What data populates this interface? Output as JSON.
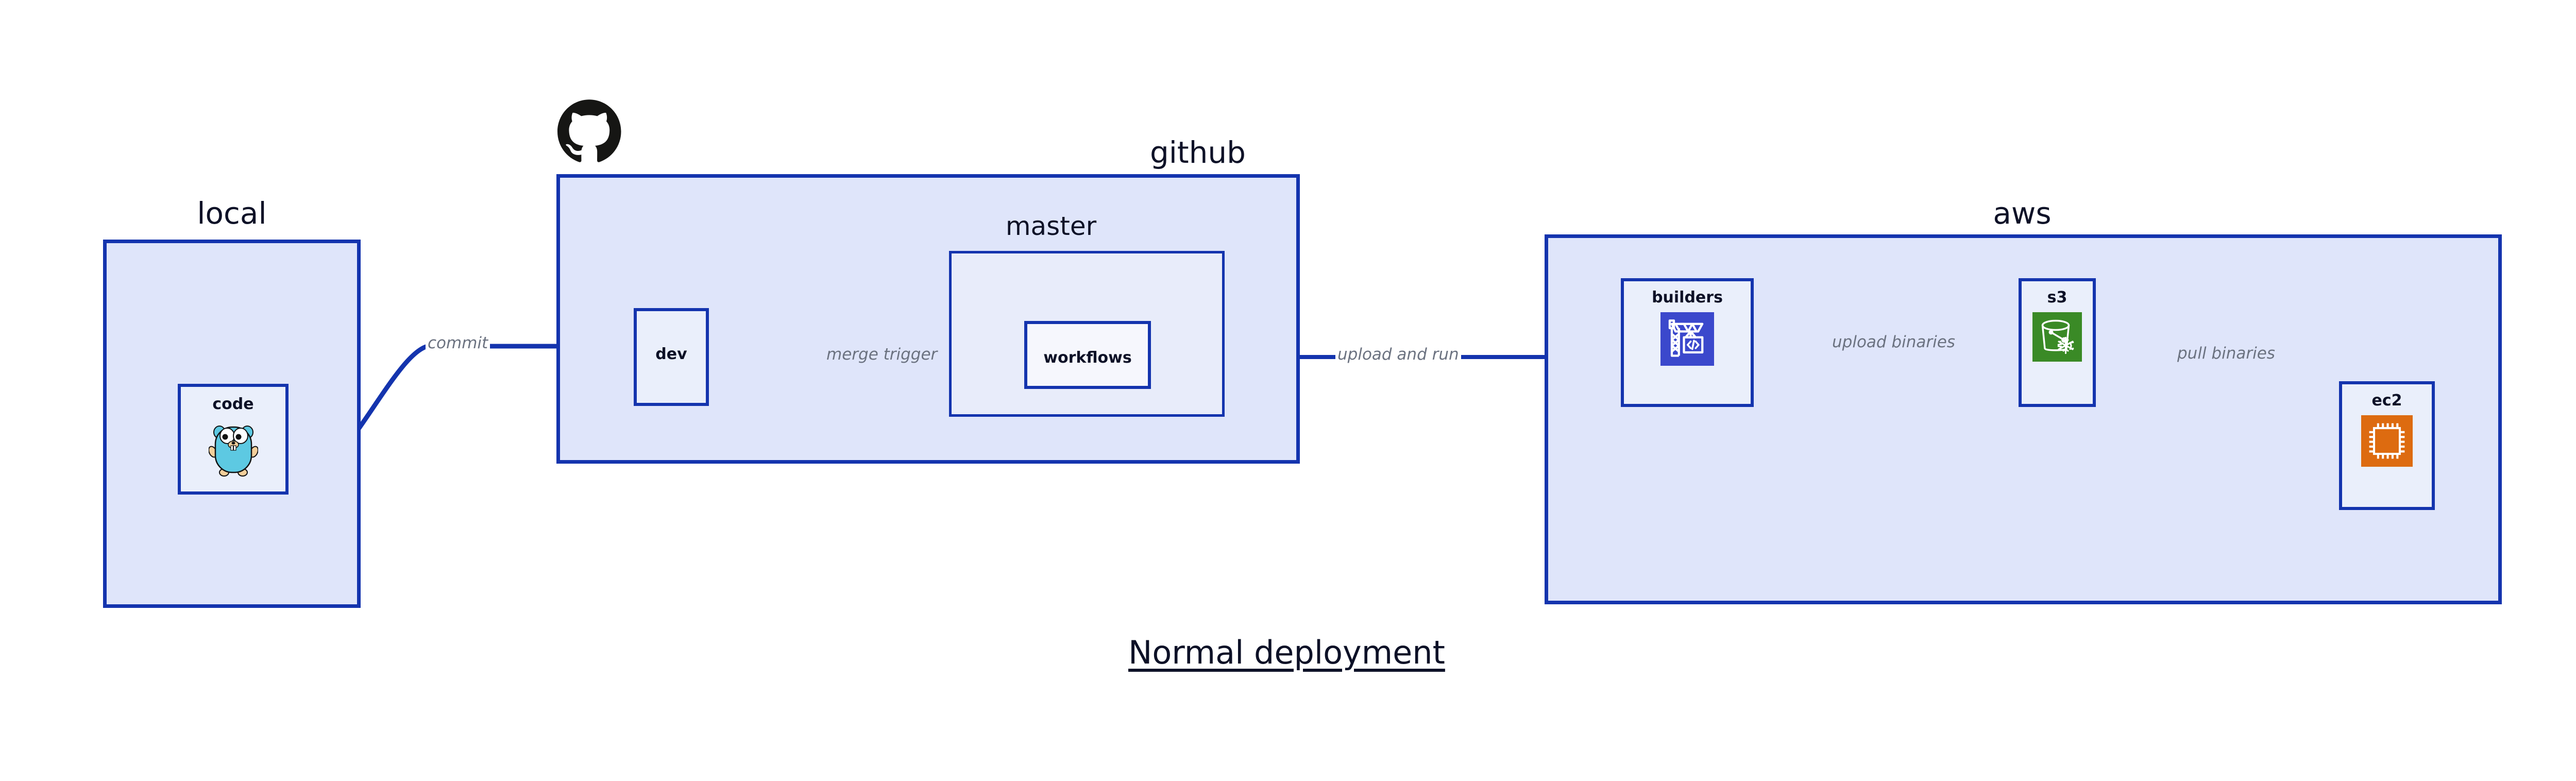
{
  "diagram": {
    "title": "Normal deployment",
    "accent_border": "#1434ae",
    "zone_fill": "#dfe5fa",
    "subzone_fill": "#e8ecfa",
    "node_fill": "#eaeffb",
    "label_color": "#6b7280"
  },
  "zones": [
    {
      "id": "local",
      "label": "local"
    },
    {
      "id": "github",
      "label": "github"
    },
    {
      "id": "aws",
      "label": "aws"
    }
  ],
  "subzones": [
    {
      "id": "master",
      "label": "master"
    }
  ],
  "nodes": [
    {
      "id": "code",
      "label": "code",
      "icon": "go-gopher-icon",
      "icon_color": "#5dc9e2"
    },
    {
      "id": "dev",
      "label": "dev",
      "icon": "none",
      "icon_color": ""
    },
    {
      "id": "workflows",
      "label": "workflows",
      "icon": "none",
      "icon_color": ""
    },
    {
      "id": "builders",
      "label": "builders",
      "icon": "aws-codebuild-icon",
      "icon_color": "#3b48cc"
    },
    {
      "id": "s3",
      "label": "s3",
      "icon": "aws-s3-glacier-icon",
      "icon_color": "#3a8a26"
    },
    {
      "id": "ec2",
      "label": "ec2",
      "icon": "aws-ec2-icon",
      "icon_color": "#dd6b10"
    }
  ],
  "edges": [
    {
      "id": "commit",
      "label": "commit",
      "from": "code",
      "to": "dev"
    },
    {
      "id": "merge-trigger",
      "label": "merge trigger",
      "from": "dev",
      "to": "workflows"
    },
    {
      "id": "upload-and-run",
      "label": "upload and run",
      "from": "workflows",
      "to": "builders"
    },
    {
      "id": "upload-binaries",
      "label": "upload binaries",
      "from": "builders",
      "to": "s3"
    },
    {
      "id": "pull-binaries",
      "label": "pull binaries",
      "from": "s3",
      "to": "ec2"
    }
  ],
  "logos": [
    {
      "id": "github-octocat",
      "name": "github-octocat-logo"
    }
  ]
}
